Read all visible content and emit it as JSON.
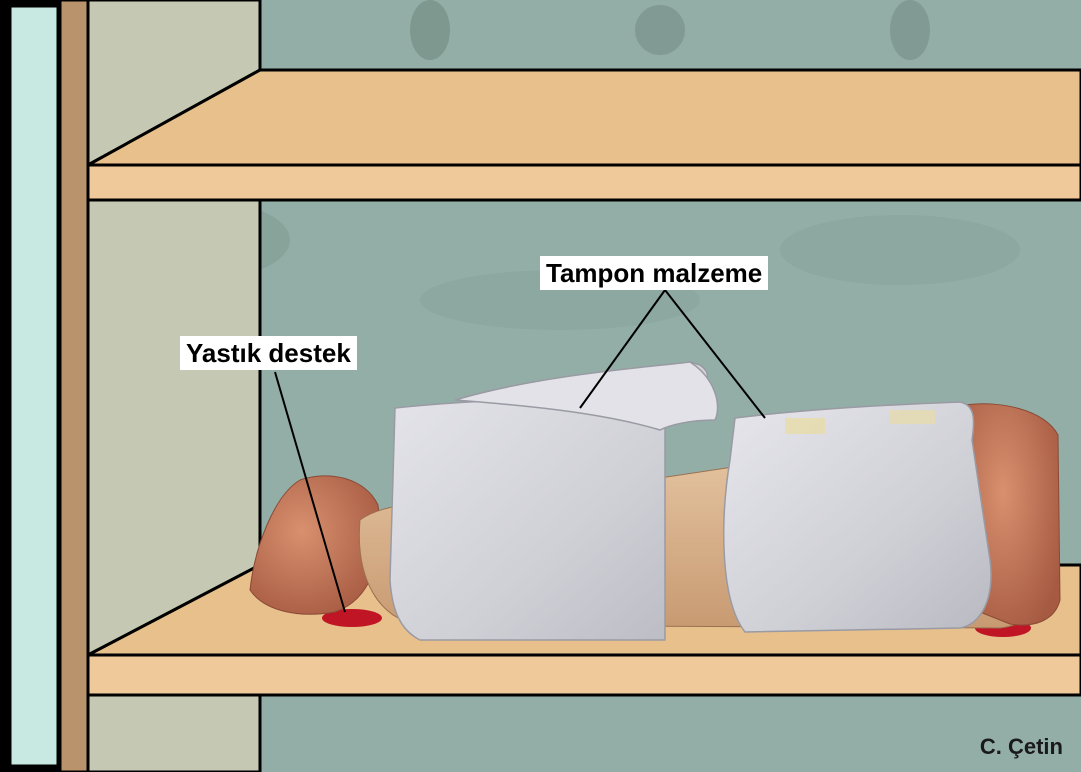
{
  "labels": {
    "buffer_material": "Tampon malzeme",
    "cushion_support": "Yastık destek"
  },
  "credit": "C. Çetin",
  "colors": {
    "wall": "#93aea6",
    "shelf_wood": "#e8c08c",
    "post_wood": "#b8936b",
    "side_panel": "#c5c8b2",
    "left_strip": "#c8e8e2",
    "wrap_foam": "#d4d4da",
    "vessel_clay": "#c8785a",
    "support_pad": "#c01525"
  }
}
